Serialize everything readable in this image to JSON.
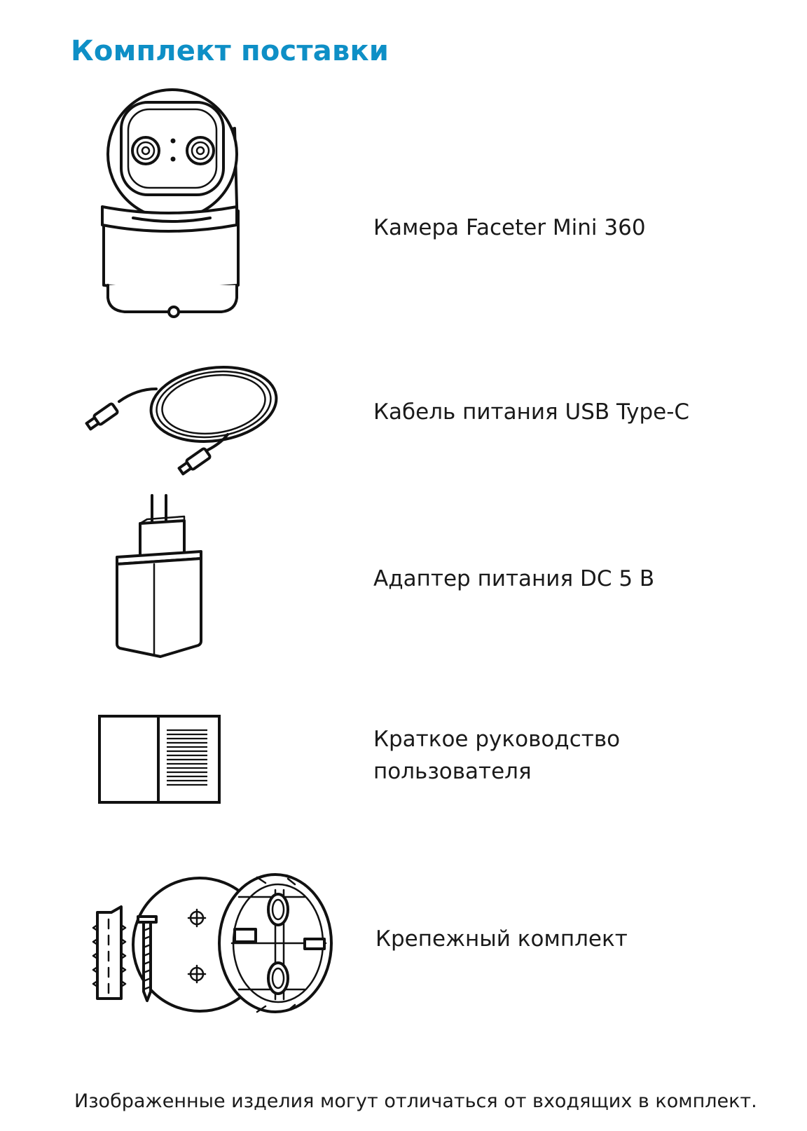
{
  "page": {
    "title": "Комплект поставки",
    "footnote": "Изображенные изделия могут отличаться от входящих в комплект.",
    "title_color": "#0e8fc6"
  },
  "items": [
    {
      "icon": "camera-icon",
      "label": "Камера Faceter Mini 360"
    },
    {
      "icon": "usb-cable-icon",
      "label": "Кабель питания USB Type-C"
    },
    {
      "icon": "power-adapter-icon",
      "label": "Адаптер питания DC 5 В"
    },
    {
      "icon": "manual-icon",
      "label_line1": "Краткое руководство",
      "label_line2": "пользователя"
    },
    {
      "icon": "mounting-kit-icon",
      "label": "Крепежный комплект"
    }
  ]
}
